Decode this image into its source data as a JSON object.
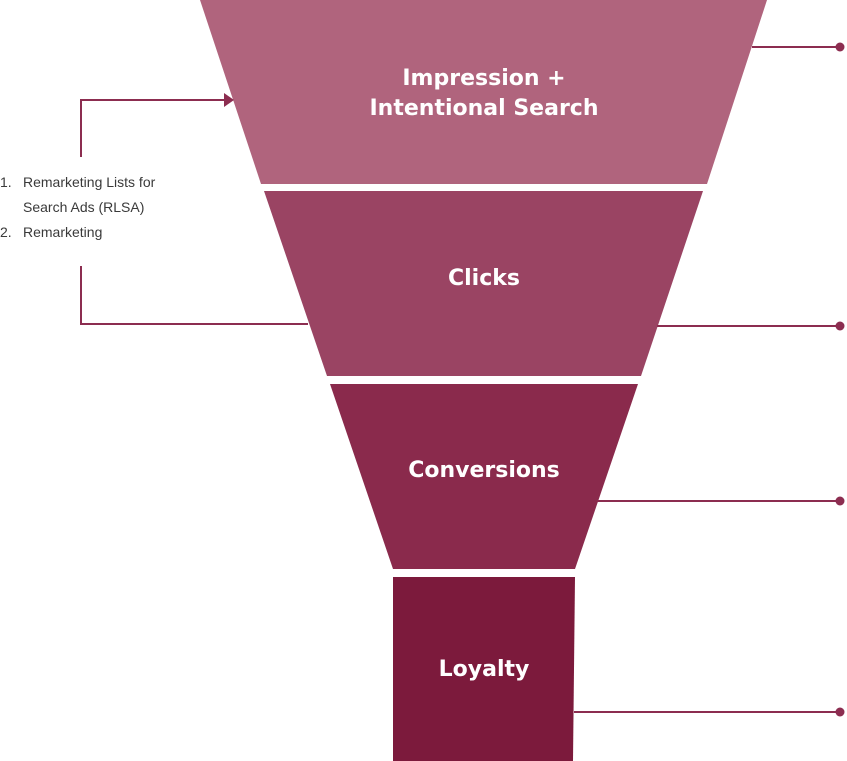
{
  "colors": {
    "stage_1": "#b0647d",
    "stage_2": "#9a4463",
    "stage_3": "#8a2a4c",
    "stage_4": "#7c1a3c",
    "connector": "#8c2d50",
    "text_dark": "#3a3a3a",
    "text_light": "#ffffff"
  },
  "funnel": {
    "stages": [
      {
        "label_line_1": "Impression +",
        "label_line_2": "Intentional Search"
      },
      {
        "label_line_1": "Clicks"
      },
      {
        "label_line_1": "Conversions"
      },
      {
        "label_line_1": "Loyalty"
      }
    ]
  },
  "side_note": {
    "items": [
      {
        "number": "1.",
        "line_1": "Remarketing Lists for",
        "line_2": "Search Ads (RLSA)"
      },
      {
        "number": "2.",
        "line_1": "Remarketing"
      }
    ]
  }
}
